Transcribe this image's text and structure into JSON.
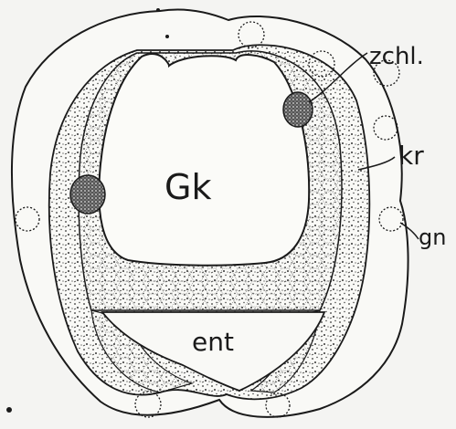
{
  "figure": {
    "labels": {
      "center": "Gk",
      "lower": "ent",
      "zchl": "zchl.",
      "kr": "kr",
      "gn": "gn"
    },
    "colors": {
      "ink": "#1a1a1a",
      "paper": "#f4f4f2"
    }
  }
}
